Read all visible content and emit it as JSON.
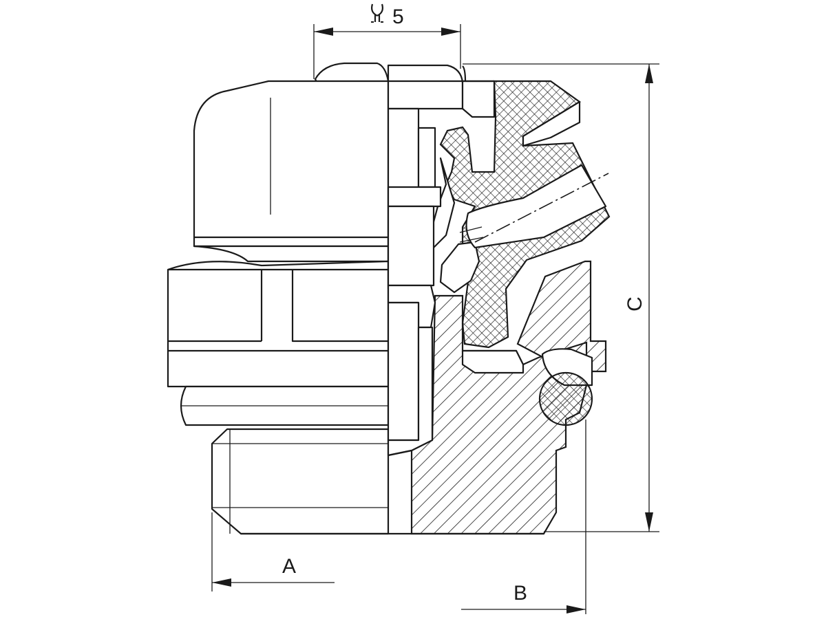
{
  "drawing": {
    "labels": {
      "wrench_size": "5",
      "dim_a": "A",
      "dim_b": "B",
      "dim_c": "C"
    },
    "icons": {
      "wrench_symbol": "wrench-icon"
    },
    "colors": {
      "line": "#1a1a1a",
      "background": "#ffffff"
    }
  }
}
